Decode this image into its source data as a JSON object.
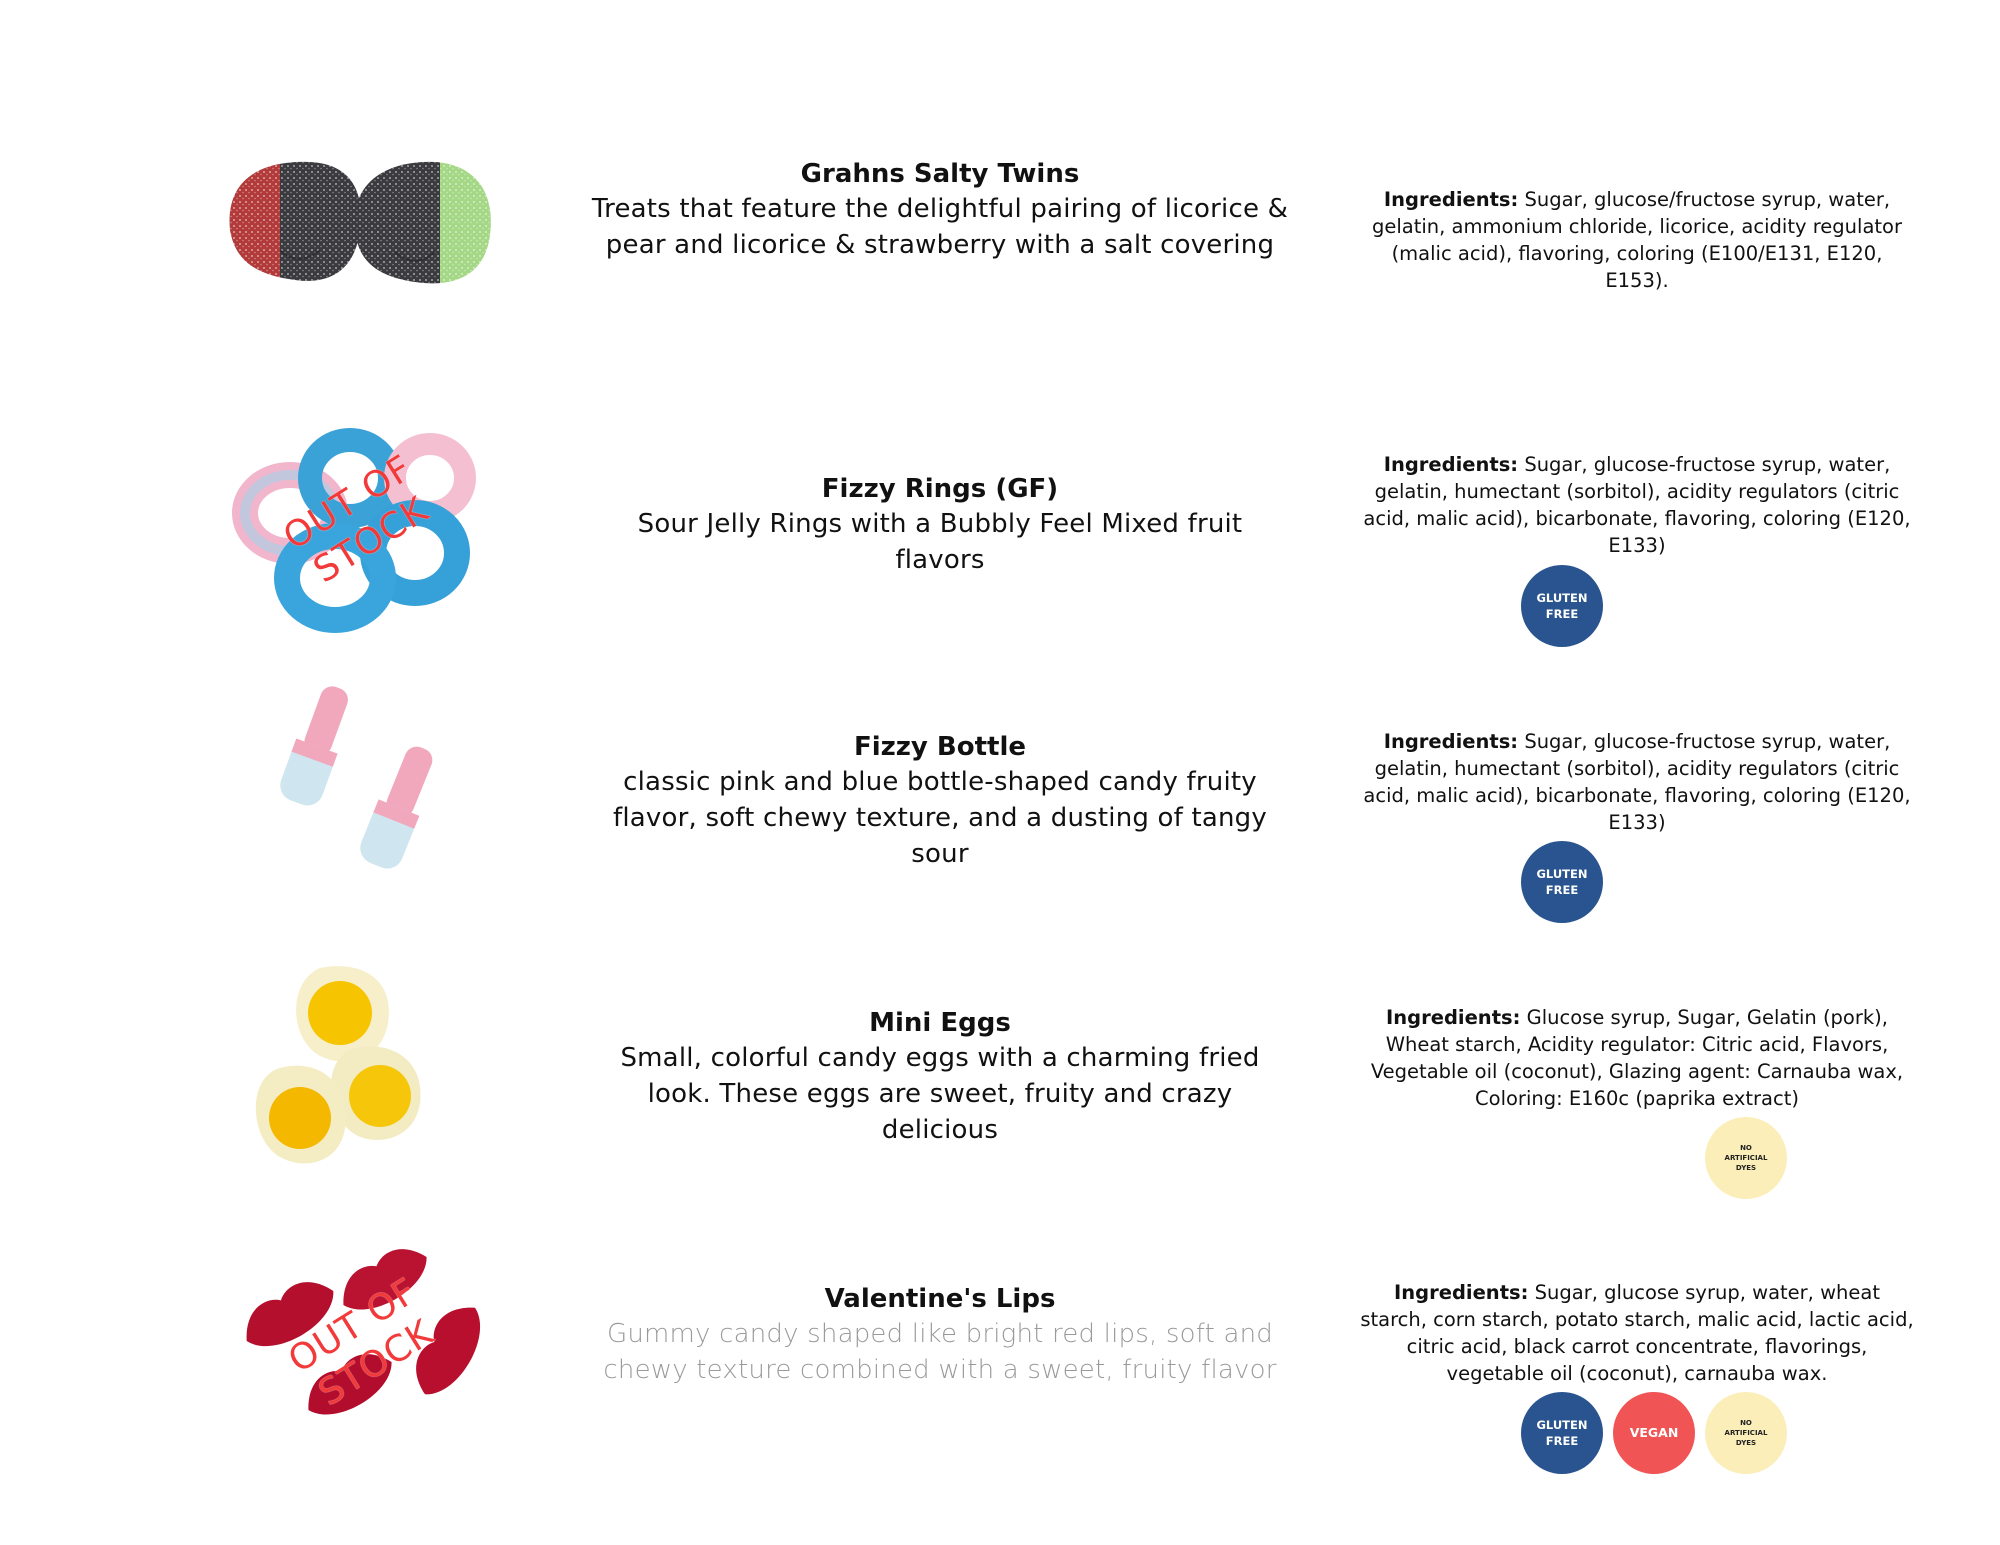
{
  "ingredients_label": "Ingredients:",
  "products": [
    {
      "name": "Grahns Salty Twins",
      "description": "Treats that feature the delightful pairing of licorice & pear and licorice & strawberry with a salt covering",
      "ingredients": "Sugar, glucose/fructose syrup, water, gelatin, ammonium chloride, licorice, acidity regulator (malic acid), flavoring, coloring (E100/E131, E120, E153).",
      "badges": []
    },
    {
      "name": "Fizzy Rings (GF)",
      "description": "Sour Jelly Rings with a Bubbly Feel Mixed fruit flavors",
      "ingredients": "Sugar, glucose-fructose syrup, water, gelatin, humectant (sorbitol), acidity regulators (citric acid, malic acid), bicarbonate, flavoring, coloring (E120, E133)",
      "out_of_stock": "OUT OF\nSTOCK",
      "badges": [
        "GLUTEN\nFREE"
      ]
    },
    {
      "name": "Fizzy Bottle",
      "description": "classic pink and blue bottle-shaped candy fruity flavor, soft chewy texture, and a dusting of tangy sour",
      "ingredients": "Sugar, glucose-fructose syrup, water, gelatin, humectant (sorbitol), acidity regulators (citric acid, malic acid), bicarbonate, flavoring, coloring (E120, E133)",
      "badges": [
        "GLUTEN\nFREE"
      ]
    },
    {
      "name": "Mini Eggs",
      "description": "Small, colorful candy eggs with a charming fried look. These eggs are sweet, fruity and crazy delicious",
      "ingredients": "Glucose syrup, Sugar, Gelatin (pork), Wheat starch, Acidity regulator: Citric acid, Flavors, Vegetable oil (coconut), Glazing agent: Carnauba wax, Coloring: E160c (paprika extract)",
      "badges": [
        "NO\nARTIFICIAL\nDYES"
      ]
    },
    {
      "name": "Valentine's Lips",
      "description": "Gummy candy shaped like bright red lips, soft and chewy texture combined with a sweet, fruity flavor",
      "ingredients": "Sugar, glucose syrup, water, wheat starch, corn starch, potato starch, malic acid, lactic acid, citric acid, black carrot concentrate, flavorings, vegetable oil (coconut), carnauba wax.",
      "out_of_stock": "OUT OF\nSTOCK",
      "badges": [
        "GLUTEN\nFREE",
        "VEGAN",
        "NO\nARTIFICIAL\nDYES"
      ]
    }
  ],
  "colors": {
    "gluten_free": "#2a548f",
    "vegan": "#f05454",
    "no_artificial_dyes": "#fbeeb9",
    "out_of_stock": "#f23a3a"
  },
  "icons": [
    "salty-twins-image",
    "fizzy-rings-image",
    "fizzy-bottle-image",
    "mini-eggs-image",
    "valentines-lips-image"
  ]
}
